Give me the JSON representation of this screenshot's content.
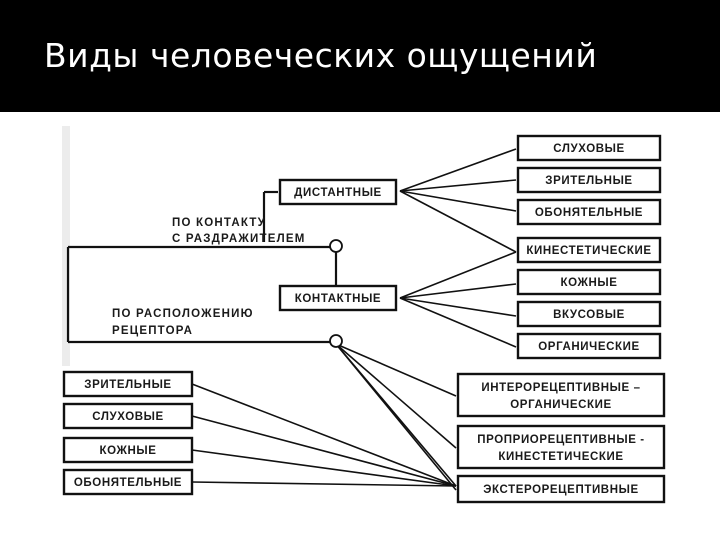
{
  "title": "Виды человеческих ощущений",
  "diagram": {
    "classifier_contact": "ПО КОНТАКТУ",
    "classifier_contact_2": "С РАЗДРАЖИТЕЛЕМ",
    "classifier_location": "ПО РАСПОЛОЖЕНИЮ",
    "classifier_location_2": "РЕЦЕПТОРА",
    "distant": "ДИСТАНТНЫЕ",
    "contact": "КОНТАКТНЫЕ",
    "distant_types": [
      "СЛУХОВЫЕ",
      "ЗРИТЕЛЬНЫЕ",
      "ОБОНЯТЕЛЬНЫЕ"
    ],
    "contact_types": [
      "КИНЕСТЕТИЧЕСКИЕ",
      "КОЖНЫЕ",
      "ВКУСОВЫЕ",
      "ОРГАНИЧЕСКИЕ"
    ],
    "receptor_types": [
      [
        "ИНТЕРОРЕЦЕПТИВНЫЕ –",
        "ОРГАНИЧЕСКИЕ"
      ],
      [
        "ПРОПРИОРЕЦЕПТИВНЫЕ -",
        "КИНЕСТЕТИЧЕСКИЕ"
      ],
      [
        "ЭКСТЕРОРЕЦЕПТИВНЫЕ"
      ]
    ],
    "extero_types": [
      "ЗРИТЕЛЬНЫЕ",
      "СЛУХОВЫЕ",
      "КОЖНЫЕ",
      "ОБОНЯТЕЛЬНЫЕ"
    ]
  }
}
